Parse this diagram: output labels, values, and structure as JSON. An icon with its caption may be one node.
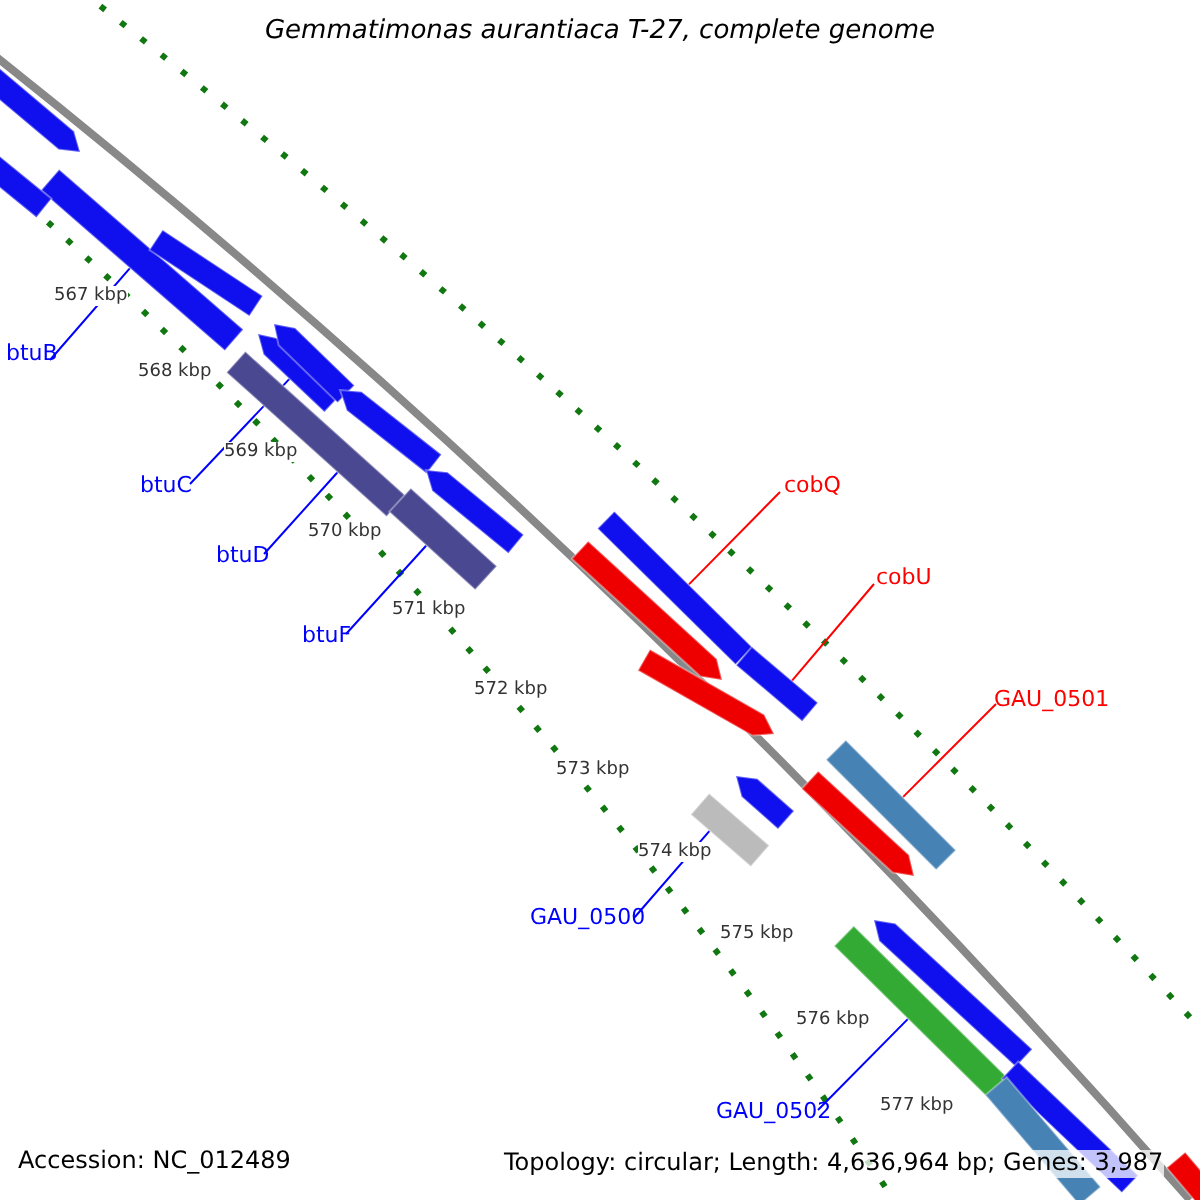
{
  "diagram": {
    "title": "Gemmatimonas aurantiaca T-27, complete genome",
    "nodes": [
      {
        "text": [
          "btuB"
        ]
      },
      {
        "text": [],
        "shape": "bar"
      },
      {
        "text": [
          "btuC"
        ]
      },
      {
        "text": [],
        "shape": "bar"
      },
      {
        "text": [
          "btuD"
        ]
      },
      {
        "text": [],
        "shape": "bar"
      },
      {
        "text": [
          "btuF"
        ]
      },
      {
        "text": [],
        "shape": "bar"
      },
      {
        "text": [
          "cobQ"
        ]
      },
      {
        "text": [],
        "shape": "bar"
      },
      {
        "text": [
          "cobU"
        ]
      },
      {
        "text": [],
        "shape": "bar"
      },
      {
        "text": [
          "GAU_0501"
        ]
      },
      {
        "text": [],
        "shape": "bar"
      },
      {
        "text": [
          "GAU_0500"
        ]
      },
      {
        "text": [],
        "shape": "bar"
      },
      {
        "text": [
          "GAU_0502"
        ]
      },
      {
        "text": [],
        "shape": "bar"
      },
      {
        "text": [],
        "shape": "bar"
      },
      {
        "text": [],
        "shape": "bar"
      },
      {
        "text": [],
        "shape": "bar"
      },
      {
        "text": [],
        "shape": "bar"
      },
      {
        "text": [],
        "shape": "bar"
      },
      {
        "text": [],
        "shape": "bar"
      },
      {
        "text": [],
        "shape": "bar"
      },
      {
        "text": [],
        "shape": "bar"
      },
      {
        "text": [],
        "shape": "bar"
      },
      {
        "text": [],
        "shape": "bar"
      },
      {
        "text": [],
        "shape": "bar"
      },
      {
        "text": [],
        "shape": "bar"
      },
      {
        "text": [],
        "shape": "bar"
      },
      {
        "text": [],
        "shape": "bar"
      }
    ],
    "edges": [
      {
        "from": 0,
        "to": 1,
        "arrow": "none"
      },
      {
        "from": 2,
        "to": 3,
        "arrow": "none"
      },
      {
        "from": 4,
        "to": 5,
        "arrow": "none"
      },
      {
        "from": 6,
        "to": 7,
        "arrow": "none"
      },
      {
        "from": 8,
        "to": 9,
        "arrow": "none",
        "color": "#ff0000"
      },
      {
        "from": 10,
        "to": 11,
        "arrow": "none",
        "color": "#ff0000"
      },
      {
        "from": 12,
        "to": 13,
        "arrow": "none",
        "color": "#ff0000"
      },
      {
        "from": 14,
        "to": 15,
        "arrow": "none"
      },
      {
        "from": 16,
        "to": 17,
        "arrow": "none"
      }
    ],
    "labels": [
      "567 kbp",
      "568 kbp",
      "569 kbp",
      "570 kbp",
      "571 kbp",
      "572 kbp",
      "573 kbp",
      "574 kbp",
      "575 kbp",
      "576 kbp",
      "577 kbp",
      "Accession: NC_012489",
      "Topology: circular; Length: 4,636,964 bp; Genes: 3,987"
    ]
  }
}
